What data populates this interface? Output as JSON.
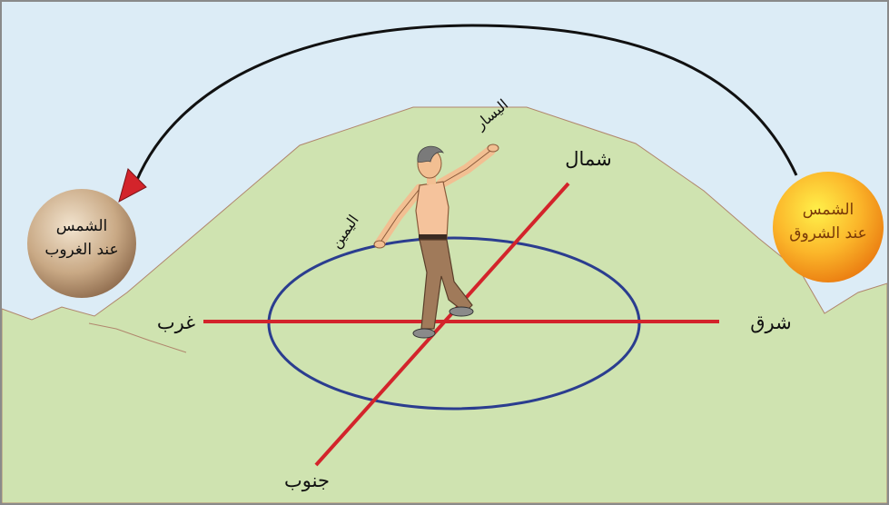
{
  "labels": {
    "north": "شمال",
    "south": "جنوب",
    "east": "شرق",
    "west": "غرب",
    "left": "اليسار",
    "right": "اليمين"
  },
  "sunrise": {
    "line1": "الشمس",
    "line2": "عند الشروق"
  },
  "sunset": {
    "line1": "الشمس",
    "line2": "عند الغروب"
  },
  "colors": {
    "sky": "#dcecf6",
    "hill": "#cfe3b0",
    "axis": "#d3242b",
    "ellipse": "#2b3d8f",
    "arrow_head": "#d3242b",
    "sunrise": "#f6a019",
    "sunset": "#b89570",
    "frame_border": "#8a8a8a"
  },
  "icons": [
    "sun-icon",
    "person-figure",
    "sun-path-arrow"
  ]
}
